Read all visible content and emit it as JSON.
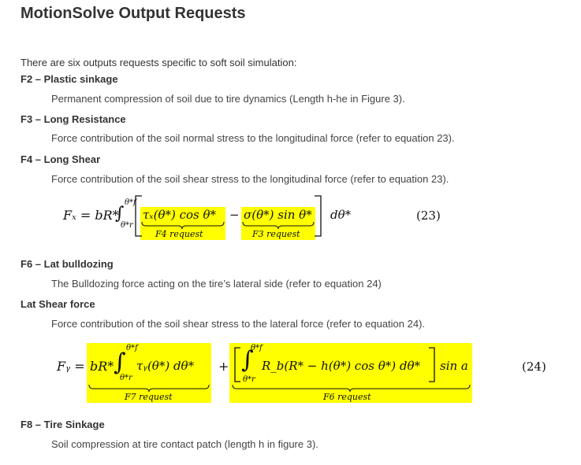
{
  "page_title": "MotionSolve Output Requests",
  "intro": "There are six outputs requests specific to soft soil simulation:",
  "sections": [
    {
      "term": "F2 – Plastic sinkage",
      "definition": "Permanent compression of soil due to tire dynamics (Length h-he in Figure 3)."
    },
    {
      "term": "F3 – Long Resistance",
      "definition": "Force contribution of the soil normal stress to the longitudinal force (refer to equation 23)."
    },
    {
      "term": "F4 – Long Shear",
      "definition": "Force contribution of the soil shear stress to the longitudinal force (refer to equation 23)."
    },
    {
      "term": "F6 – Lat bulldozing",
      "definition": "The Bulldozing force acting on the tire’s lateral side (refer to equation 24)"
    },
    {
      "term": "Lat Shear force",
      "definition": "Force contribution of the soil shear stress to the lateral force (refer to equation 24)."
    },
    {
      "term": "F8 – Tire Sinkage",
      "definition": "Soil compression at tire contact patch (length h in figure 3)."
    }
  ],
  "equation23": {
    "lhs": "Fₓ = bR*",
    "integral": "∫",
    "upper": "θ*f",
    "lower": "θ*r",
    "term1": "τₓ(θ*) cos θ*",
    "minus": "−",
    "term2": "σ(θ*) sin θ*",
    "tail": "dθ*",
    "label1": "F4 request",
    "label2": "F3 request",
    "number": "(23)"
  },
  "equation24": {
    "lhs": "Fᵧ =",
    "part1": "bR*",
    "part1_integrand": "τᵧ(θ*)  dθ*",
    "plus": "+",
    "part2_integrand": "R_b(R* − h(θ*) cos θ*)  dθ*",
    "sin_term": "sin a",
    "upper": "θ*f",
    "lower": "θ*r",
    "label1": "F7 request",
    "label2": "F6 request",
    "number": "(24)"
  },
  "colors": {
    "highlight": "#ffff00",
    "text": "#333333"
  }
}
